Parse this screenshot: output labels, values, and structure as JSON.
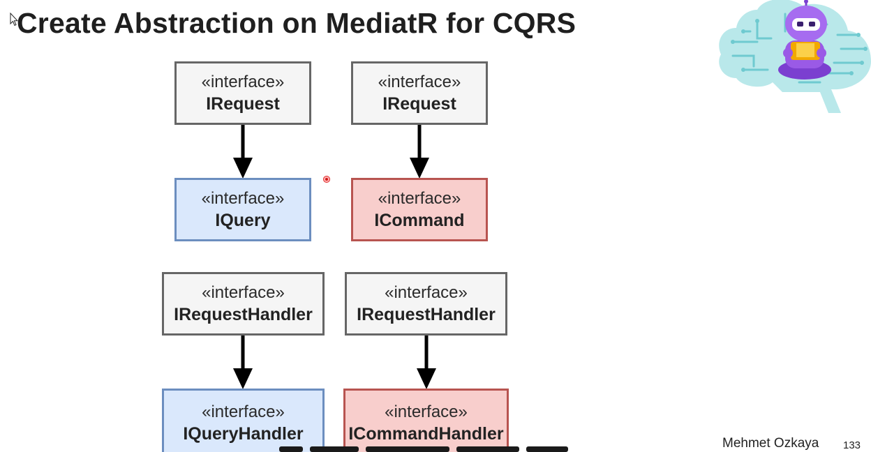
{
  "slide": {
    "title": "Create Abstraction on MediatR for CQRS",
    "author": "Mehmet Ozkaya",
    "page_number": "133"
  },
  "diagram": {
    "stereotype": "«interface»",
    "nodes": [
      {
        "id": "irequest-1",
        "name": "IRequest",
        "style": "default"
      },
      {
        "id": "irequest-2",
        "name": "IRequest",
        "style": "default"
      },
      {
        "id": "iquery",
        "name": "IQuery",
        "style": "query"
      },
      {
        "id": "icommand",
        "name": "ICommand",
        "style": "command"
      },
      {
        "id": "irequesthandler-1",
        "name": "IRequestHandler",
        "style": "default"
      },
      {
        "id": "irequesthandler-2",
        "name": "IRequestHandler",
        "style": "default"
      },
      {
        "id": "iqueryhandler",
        "name": "IQueryHandler",
        "style": "query"
      },
      {
        "id": "icommandhandler",
        "name": "ICommandHandler",
        "style": "command"
      }
    ],
    "edges": [
      {
        "from": "irequest-1",
        "to": "iquery"
      },
      {
        "from": "irequest-2",
        "to": "icommand"
      },
      {
        "from": "irequesthandler-1",
        "to": "iqueryhandler"
      },
      {
        "from": "irequesthandler-2",
        "to": "icommandhandler"
      }
    ]
  },
  "colors": {
    "default_fill": "#f5f5f5",
    "default_stroke": "#666666",
    "query_fill": "#dae8fc",
    "query_stroke": "#6c8ebf",
    "command_fill": "#f8cecc",
    "command_stroke": "#b85450"
  },
  "icons": {
    "cursor": "mouse-pointer-icon",
    "laser": "laser-pointer-dot",
    "logo": "dotnet-bot-reading-logo"
  }
}
